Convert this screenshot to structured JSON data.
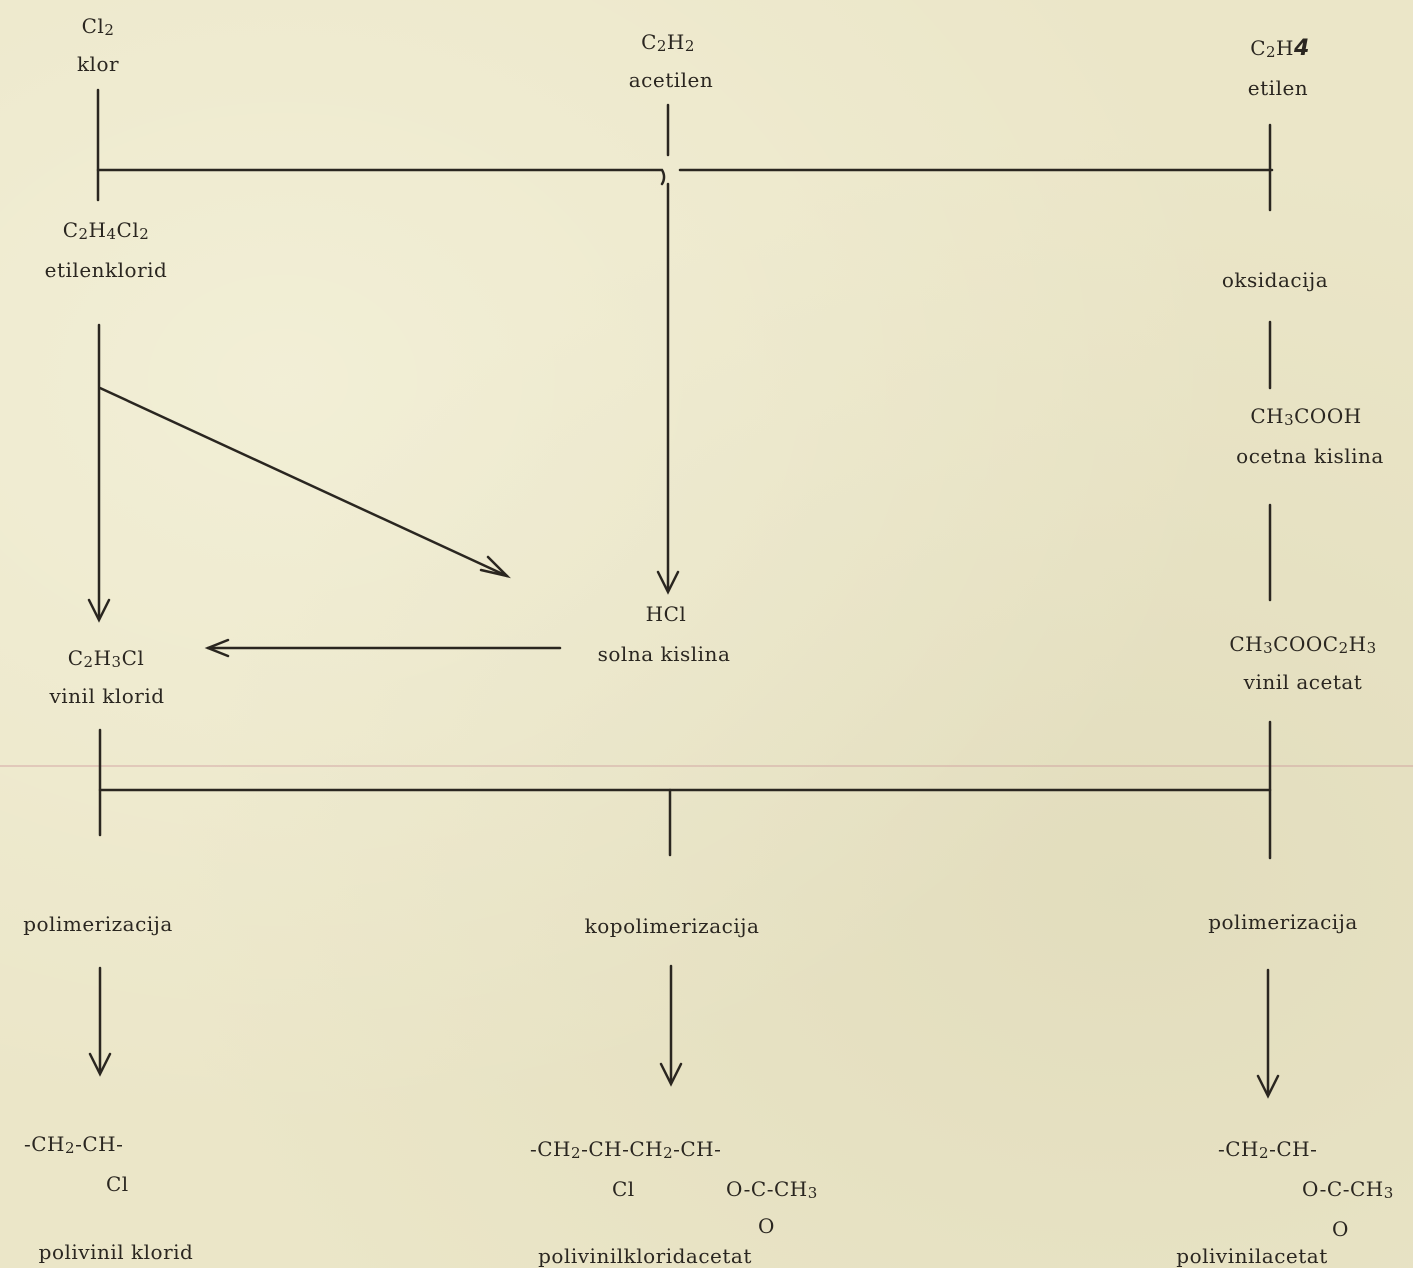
{
  "nodes": {
    "klor": {
      "formula": [
        "Cl",
        "2"
      ],
      "name": "klor"
    },
    "acetilen": {
      "formula": [
        "C",
        "2",
        "H",
        "2"
      ],
      "name": "acetilen"
    },
    "etilen": {
      "formula": [
        "C",
        "2",
        "H",
        "4"
      ],
      "name": "etilen"
    },
    "etilenklorid": {
      "formula": [
        "C",
        "2",
        "H",
        "4",
        "Cl",
        "2"
      ],
      "name": "etilenklorid"
    },
    "oksidacija": {
      "name": "oksidacija"
    },
    "ocetna_kislina": {
      "formula": [
        "CH",
        "3",
        "COOH"
      ],
      "name": "ocetna kislina"
    },
    "solna_kislina": {
      "formula": [
        "HCl"
      ],
      "name": "solna kislina"
    },
    "vinil_klorid": {
      "formula": [
        "C",
        "2",
        "H",
        "3",
        "Cl"
      ],
      "name": "vinil klorid"
    },
    "vinil_acetat": {
      "formula": [
        "CH",
        "3",
        "COOC",
        "2",
        "H",
        "3"
      ],
      "name": "vinil acetat"
    },
    "polimerizacija_left": {
      "name": "polimerizacija"
    },
    "kopolimerizacija": {
      "name": "kopolimerizacija"
    },
    "polimerizacija_right": {
      "name": "polimerizacija"
    },
    "pvc": {
      "chain": [
        "-CH",
        "2",
        "-CH-"
      ],
      "sub1": "Cl",
      "name": "polivinil klorid"
    },
    "copolymer": {
      "chain": [
        "-CH",
        "2",
        "-CH-CH",
        "2",
        "-CH-"
      ],
      "sub1": "Cl",
      "sub2": [
        "O-C-CH",
        "3"
      ],
      "sub3": "O",
      "name": "polivinilkloridacetat"
    },
    "pva": {
      "chain": [
        "-CH",
        "2",
        "-CH-"
      ],
      "sub2": [
        "O-C-CH",
        "3"
      ],
      "sub3": "O",
      "name": "polivinilacetat"
    }
  }
}
